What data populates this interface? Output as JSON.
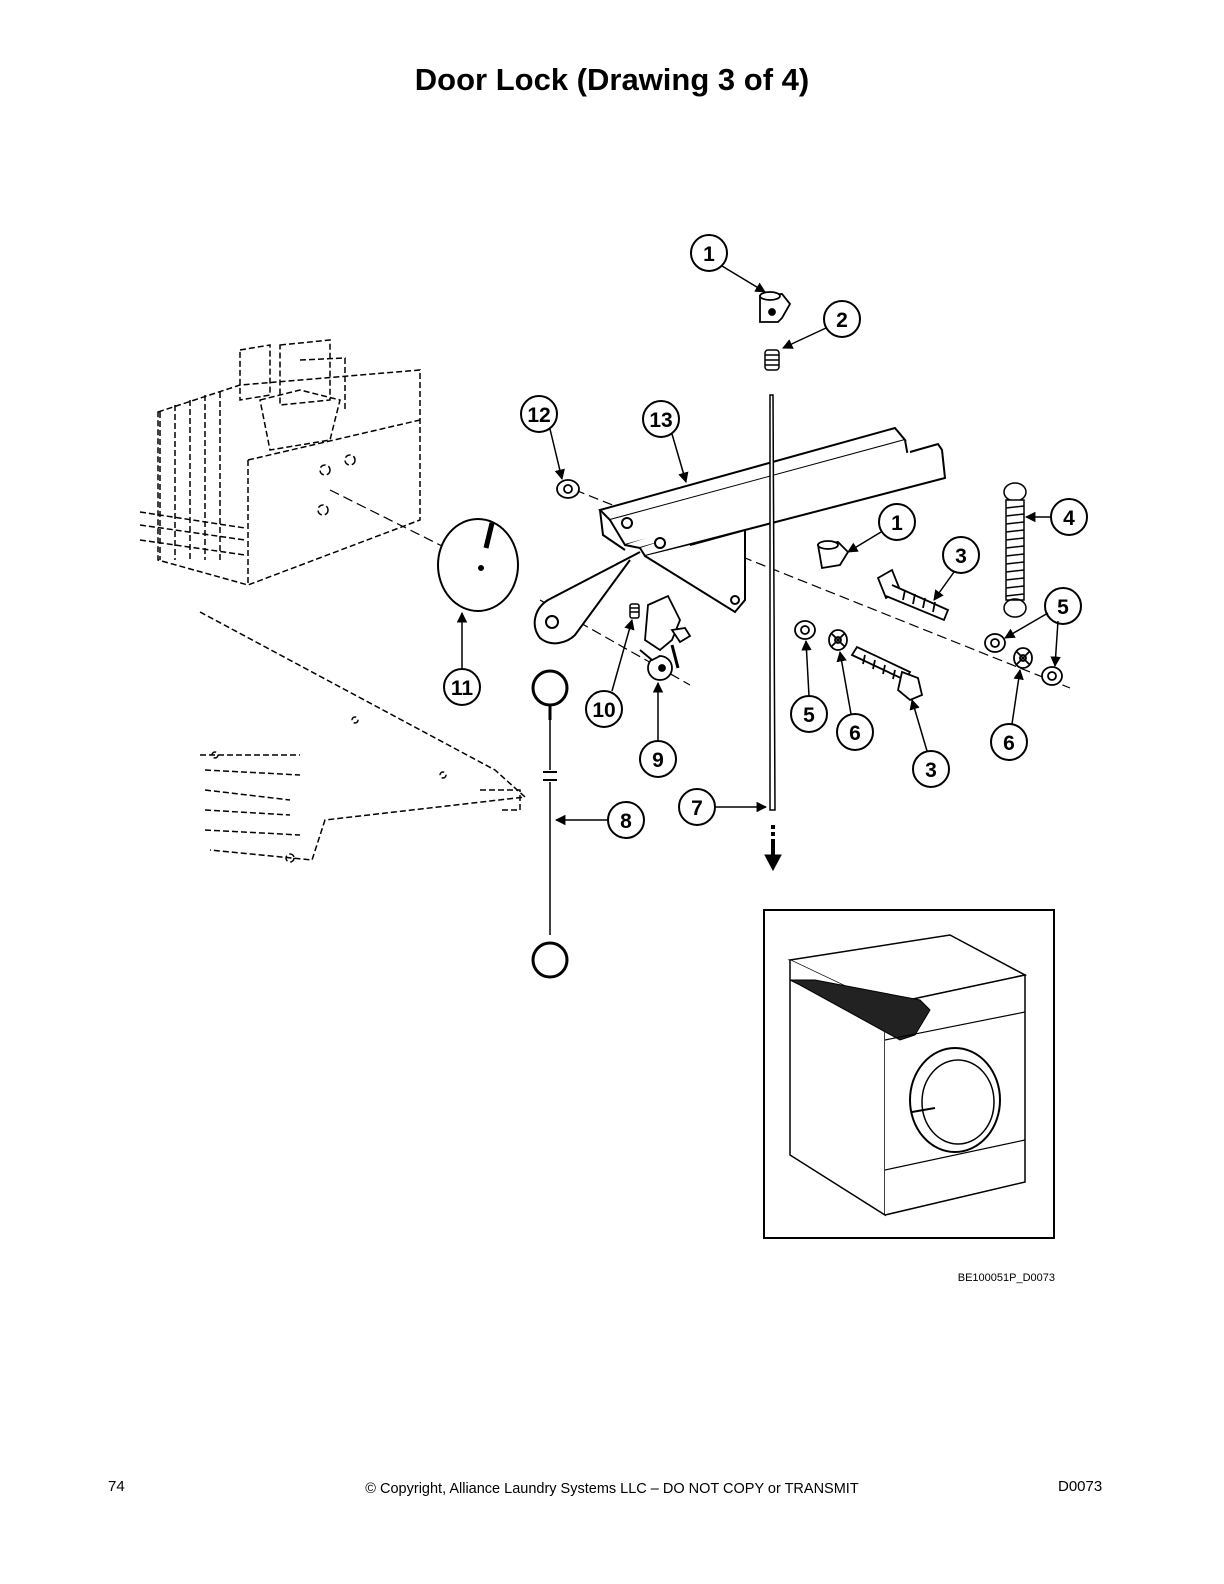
{
  "page": {
    "title": "Door Lock (Drawing 3 of 4)",
    "drawing_id": "BE100051P_D0073",
    "page_number": "74",
    "copyright": "© Copyright, Alliance Laundry Systems LLC – DO NOT COPY or TRANSMIT",
    "doc_id": "D0073"
  },
  "callouts": [
    "1",
    "2",
    "12",
    "13",
    "1",
    "3",
    "4",
    "5",
    "11",
    "10",
    "9",
    "5",
    "6",
    "3",
    "6",
    "7",
    "8"
  ]
}
